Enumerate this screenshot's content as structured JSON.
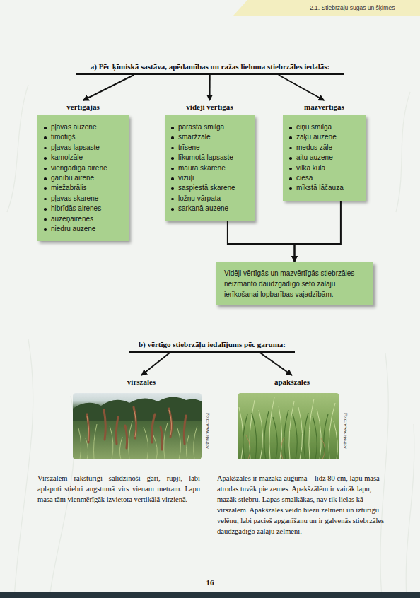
{
  "diagram": {
    "nodes": [
      {
        "text": [
          "a) Pēc ķīmiskā sastāva, apēdamības un ražas lieluma stiebrzāles iedalās:"
        ]
      },
      {
        "text": [
          "vērtīgajās",
          "pļavas auzene",
          "timotiņš",
          "pļavas lapsaste",
          "kamolzāle",
          "viengadīgā airene",
          "ganību airene",
          "miežabrālis",
          "pļavas skarene",
          "hibrīdās airenes",
          "auzeņairenes",
          "niedru auzene"
        ]
      },
      {
        "text": [
          "vidēji vērtīgās",
          "parastā smilga",
          "smaržzāle",
          "trīsene",
          "līkumotā lapsaste",
          "maura skarene",
          "vizuļi",
          "saspiestā skarene",
          "ložņu vārpata",
          "sarkanā auzene"
        ]
      },
      {
        "text": [
          "mazvērtīgās",
          "ciņu smilga",
          "zaķu auzene",
          "medus zāle",
          "aitu auzene",
          "vilka kūla",
          "ciesa",
          "mīkstā lāčauza"
        ]
      },
      {
        "text": [
          "Vidēji vērtīgās un mazvērtīgās stiebrzāles neizmanto daudzgadīgo sēto zālāju ierīkošanai lopbarības vajadzībām."
        ]
      },
      {
        "text": [
          "b) vērtīgo stiebrzāļu iedalījums pēc garuma:"
        ]
      },
      {
        "text": [
          "virszāles"
        ]
      },
      {
        "text": [
          "apakšzāles"
        ]
      }
    ],
    "edges": [
      {
        "from": 0,
        "to": 1,
        "arrow": "to"
      },
      {
        "from": 0,
        "to": 2,
        "arrow": "to"
      },
      {
        "from": 0,
        "to": 3,
        "arrow": "to"
      },
      {
        "from": 2,
        "to": 4,
        "arrow": "to"
      },
      {
        "from": 3,
        "to": 4,
        "arrow": "to"
      },
      {
        "from": 5,
        "to": 6,
        "arrow": "to"
      },
      {
        "from": 5,
        "to": 7,
        "arrow": "to"
      }
    ],
    "labels": [
      "2.1. Stiebrzāļu sugas un šķirnes",
      "Foto: www.epa.gov",
      "Foto: www.epa.gov",
      "Virszālēm raksturīgi salīdzinoši gari, rupji, labi aplapoti stiebri augstumā virs vienam metram. Lapu masa tām vienmērīgāk izvietota vertikālā virzienā.",
      "Apakšzāles ir mazāka auguma – līdz 80 cm, lapu masa atrodas tuvāk pie zemes. Apakšzālēm ir vairāk lapu, mazāk stiebru. Lapas smalkākas, nav tik lielas kā virszālēm. Apakšzāles veido biezu zelmeni un izturīgu velēnu, labi pacieš apganīšanu un ir galvenās stiebrzāles daudzgadīgo zālāju zelmenī.",
      "16"
    ]
  }
}
